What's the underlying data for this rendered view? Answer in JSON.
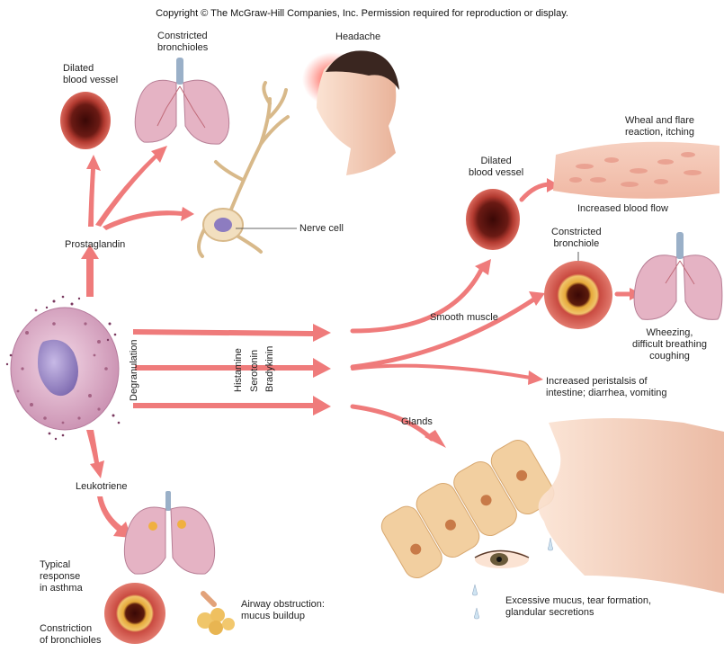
{
  "copyright": "Copyright © The McGraw-Hill Companies, Inc. Permission required for reproduction or display.",
  "labels": {
    "dilated_vessel_left": "Dilated\nblood vessel",
    "constricted_bronchioles": "Constricted\nbronchioles",
    "headache": "Headache",
    "nerve_cell": "Nerve cell",
    "prostaglandin": "Prostaglandin",
    "degranulation": "Degranulation",
    "histamine": "Histamine",
    "serotonin": "Serotonin",
    "bradykinin": "Bradykinin",
    "leukotriene": "Leukotriene",
    "typical_response": "Typical\nresponse\nin asthma",
    "constriction_bronchioles": "Constriction\nof bronchioles",
    "airway_obstruction": "Airway obstruction:\nmucus buildup",
    "dilated_vessel_right": "Dilated\nblood vessel",
    "wheal_flare": "Wheal and flare\nreaction, itching",
    "increased_blood_flow": "Increased blood flow",
    "constricted_bronchiole": "Constricted\nbronchiole",
    "smooth_muscle": "Smooth muscle",
    "wheezing": "Wheezing,\ndifficult breathing\ncoughing",
    "peristalsis": "Increased peristalsis of\nintestine; diarrhea, vomiting",
    "glands": "Glands",
    "excessive_mucus": "Excessive mucus, tear formation,\nglandular secretions"
  },
  "colors": {
    "arrow": "#ef7b7b",
    "arrow_dark": "#d85c5c",
    "cell": "#e8bfd6",
    "nucleus": "#9f8ec8",
    "vessel_outer": "#c9504b",
    "vessel_inner": "#5a1410",
    "lung": "#e8b8c8",
    "skin": "#f4c9b0"
  }
}
